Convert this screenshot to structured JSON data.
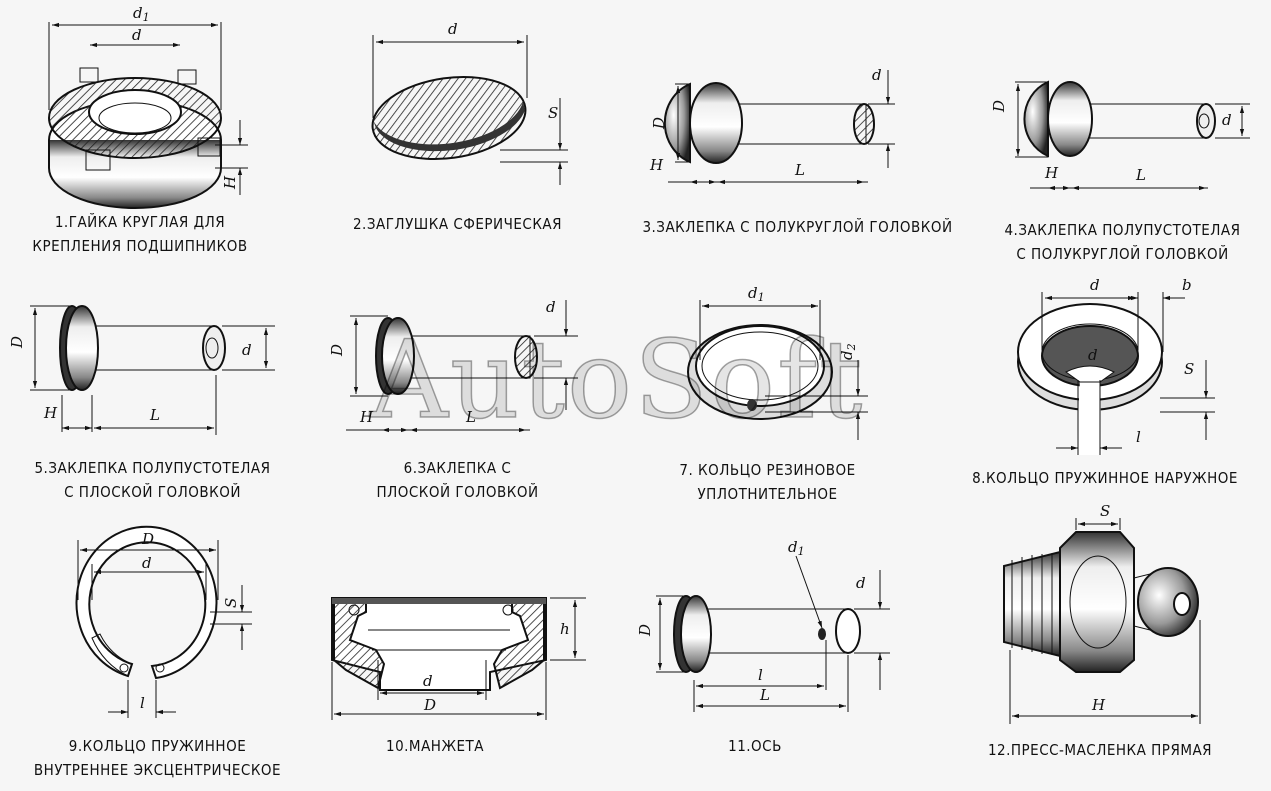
{
  "watermark": "AutoSoft",
  "items": [
    {
      "caption": [
        "1.ГАЙКА КРУГЛАЯ ДЛЯ",
        "КРЕПЛЕНИЯ ПОДШИПНИКОВ"
      ],
      "dims": [
        "d1",
        "d",
        "H"
      ]
    },
    {
      "caption": [
        "2.ЗАГЛУШКА СФЕРИЧЕСКАЯ"
      ],
      "dims": [
        "d",
        "S"
      ]
    },
    {
      "caption": [
        "3.ЗАКЛЕПКА С ПОЛУКРУГЛОЙ ГОЛОВКОЙ"
      ],
      "dims": [
        "D",
        "d",
        "H",
        "L"
      ]
    },
    {
      "caption": [
        "4.ЗАКЛЕПКА ПОЛУПУСТОТЕЛАЯ",
        "С ПОЛУКРУГЛОЙ ГОЛОВКОЙ"
      ],
      "dims": [
        "D",
        "d",
        "H",
        "L"
      ]
    },
    {
      "caption": [
        "5.ЗАКЛЕПКА ПОЛУПУСТОТЕЛАЯ",
        "С ПЛОСКОЙ ГОЛОВКОЙ"
      ],
      "dims": [
        "D",
        "d",
        "H",
        "L"
      ]
    },
    {
      "caption": [
        "6.ЗАКЛЕПКА С",
        "ПЛОСКОЙ ГОЛОВКОЙ"
      ],
      "dims": [
        "D",
        "d",
        "H",
        "L"
      ]
    },
    {
      "caption": [
        "7. КОЛЬЦО РЕЗИНОВОЕ",
        "УПЛОТНИТЕЛЬНОЕ"
      ],
      "dims": [
        "d1",
        "d2"
      ]
    },
    {
      "caption": [
        "8.КОЛЬЦО ПРУЖИННОЕ НАРУЖНОЕ"
      ],
      "dims": [
        "d",
        "b",
        "S",
        "l"
      ]
    },
    {
      "caption": [
        "9.КОЛЬЦО ПРУЖИННОЕ",
        "ВНУТРЕННЕЕ ЭКСЦЕНТРИЧЕСКОЕ"
      ],
      "dims": [
        "D",
        "d",
        "S",
        "l"
      ]
    },
    {
      "caption": [
        "10.МАНЖЕТА"
      ],
      "dims": [
        "d",
        "D",
        "h"
      ]
    },
    {
      "caption": [
        "11.ОСЬ"
      ],
      "dims": [
        "d1",
        "d",
        "D",
        "l",
        "L"
      ]
    },
    {
      "caption": [
        "12.ПРЕСС-МАСЛЕНКА ПРЯМАЯ"
      ],
      "dims": [
        "S",
        "H"
      ]
    }
  ]
}
